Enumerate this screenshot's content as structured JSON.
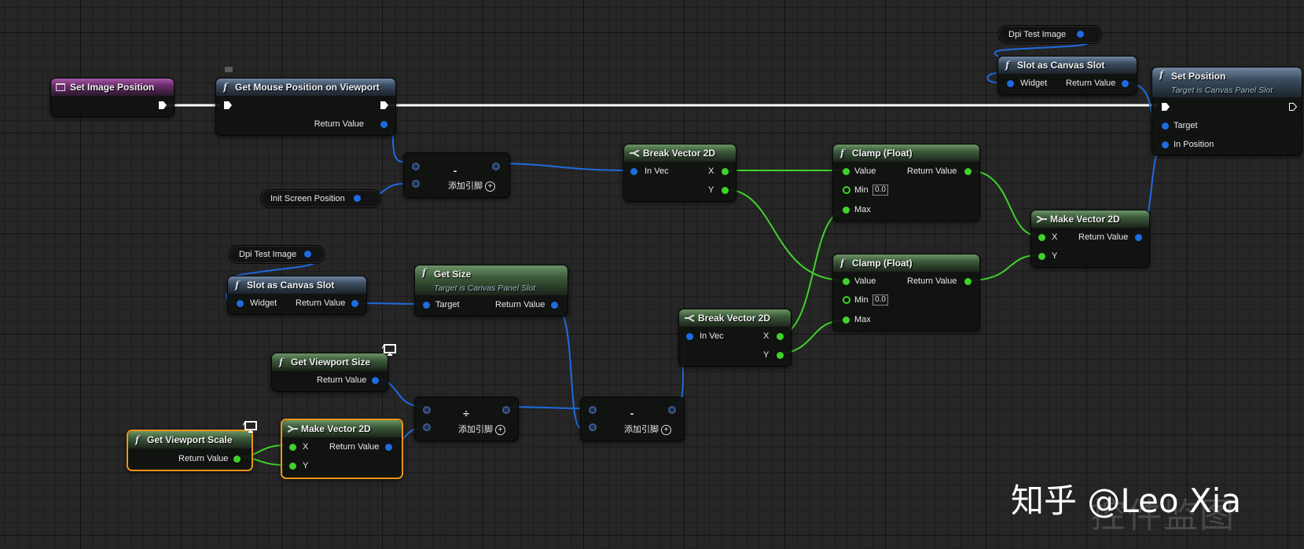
{
  "nodes": {
    "event_set_image_position": {
      "title": "Set Image Position"
    },
    "get_mouse_position": {
      "title": "Get Mouse Position on Viewport",
      "return_label": "Return Value"
    },
    "init_screen_position": {
      "label": "Init Screen Position"
    },
    "subtract_1": {
      "op": "-",
      "add_pin": "添加引脚"
    },
    "break_vector_1": {
      "title": "Break Vector 2D",
      "in_label": "In Vec",
      "x_label": "X",
      "y_label": "Y"
    },
    "clamp_1": {
      "title": "Clamp (Float)",
      "value_label": "Value",
      "min_label": "Min",
      "min_value": "0.0",
      "max_label": "Max",
      "return_label": "Return Value"
    },
    "clamp_2": {
      "title": "Clamp (Float)",
      "value_label": "Value",
      "min_label": "Min",
      "min_value": "0.0",
      "max_label": "Max",
      "return_label": "Return Value"
    },
    "make_vector_1": {
      "title": "Make Vector 2D",
      "x_label": "X",
      "y_label": "Y",
      "return_label": "Return Value"
    },
    "dpi_test_image_top": {
      "label": "Dpi Test Image"
    },
    "slot_canvas_top": {
      "title": "Slot as Canvas Slot",
      "widget_label": "Widget",
      "return_label": "Return Value"
    },
    "set_position": {
      "title": "Set Position",
      "subtitle": "Target is Canvas Panel Slot",
      "target_label": "Target",
      "in_position_label": "In Position"
    },
    "dpi_test_image_mid": {
      "label": "Dpi Test Image"
    },
    "slot_canvas_mid": {
      "title": "Slot as Canvas Slot",
      "widget_label": "Widget",
      "return_label": "Return Value"
    },
    "get_size": {
      "title": "Get Size",
      "subtitle": "Target is Canvas Panel Slot",
      "target_label": "Target",
      "return_label": "Return Value"
    },
    "get_viewport_size": {
      "title": "Get Viewport Size",
      "return_label": "Return Value"
    },
    "get_viewport_scale": {
      "title": "Get Viewport Scale",
      "return_label": "Return Value"
    },
    "make_vector_2": {
      "title": "Make Vector 2D",
      "x_label": "X",
      "y_label": "Y",
      "return_label": "Return Value"
    },
    "divide": {
      "op": "÷",
      "add_pin": "添加引脚"
    },
    "subtract_2": {
      "op": "-",
      "add_pin": "添加引脚"
    },
    "break_vector_2": {
      "title": "Break Vector 2D",
      "in_label": "In Vec",
      "x_label": "X",
      "y_label": "Y"
    }
  },
  "watermark": {
    "text": "知乎 @Leo Xia",
    "bg_text": "控件监图"
  },
  "colors": {
    "exec": "#ffffff",
    "vector": "#1f6be0",
    "float": "#3fd22a",
    "object": "#1f6be0",
    "selection": "#e8951c"
  }
}
